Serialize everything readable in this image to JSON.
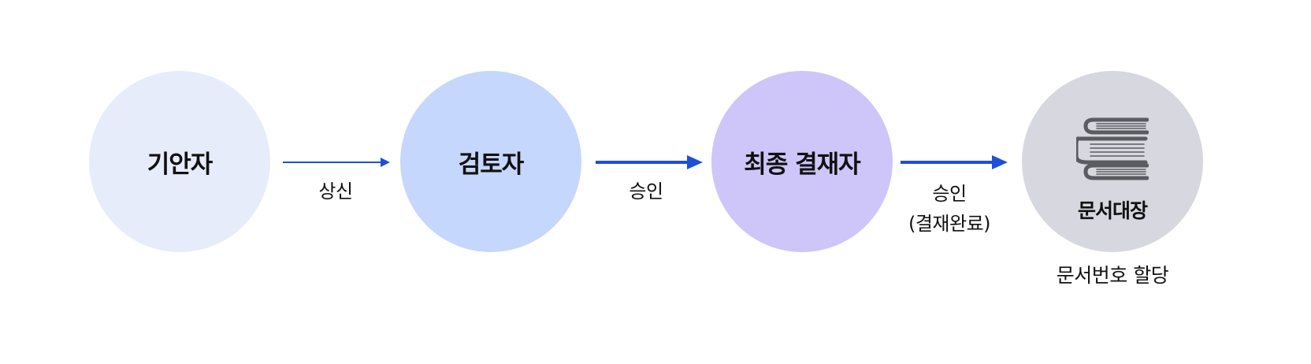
{
  "nodes": {
    "drafter": "기안자",
    "reviewer": "검토자",
    "final_approver": "최종 결재자",
    "registry": "문서대장"
  },
  "edges": {
    "submit": "상신",
    "approve": "승인",
    "final_approve": "승인",
    "final_approve_note": "(결재완료)"
  },
  "registry_note": "문서번호 할당",
  "colors": {
    "drafter_fill": "#e7ecfa",
    "reviewer_fill": "#c6d7fd",
    "approver_fill": "#cec6f8",
    "registry_fill": "#d7d7df",
    "arrow": "#1f4fd8",
    "icon": "#5b5b62"
  },
  "icons": {
    "registry": "books-stack-icon"
  }
}
